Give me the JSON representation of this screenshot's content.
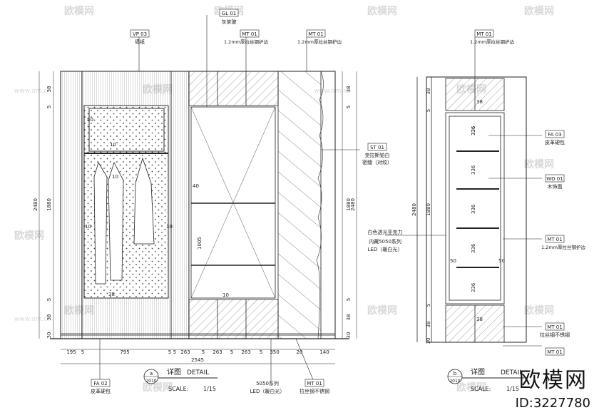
{
  "watermark": {
    "text": "欧模网",
    "url": "www.om.cn"
  },
  "brand": {
    "logo": "欧模网",
    "id": "ID:3227780"
  },
  "detail_a": {
    "title": "详图",
    "title_en": "DETAIL",
    "index": "a",
    "sheet": "2010",
    "scale_label": "SCALE:",
    "scale": "1/15",
    "tags": {
      "vp03": {
        "code": "VP 03",
        "text": "墙纸"
      },
      "gl01": {
        "code": "GL 01",
        "text": "灰茶玻"
      },
      "mt01_top1": {
        "code": "MT 01",
        "text": "1.2mm厚拉丝钢护边"
      },
      "mt01_top2": {
        "code": "MT 01",
        "text": "1.2mm厚拉丝钢护边"
      },
      "st01": {
        "code": "ST 01",
        "text1": "克拉斯铂白",
        "text2": "密缝（对纹）"
      },
      "fa02": {
        "code": "FA 02",
        "text": "皮革硬包"
      },
      "led": {
        "text1": "5050系列",
        "text2": "LED（暖白光）"
      },
      "mt01_bottom": {
        "code": "MT 01",
        "text": "拉丝钢不锈钢"
      }
    },
    "dims_bottom": [
      "195",
      "5",
      "795",
      "5",
      "5",
      "263",
      "5",
      "263",
      "5",
      "263",
      "5",
      "350",
      "20",
      "140"
    ],
    "dim_total": "2545",
    "dims_left": [
      "38",
      "5",
      "1880",
      "5",
      "38",
      "30"
    ],
    "dim_left_total": "2480",
    "dims_right": [
      "38",
      "5",
      "1880",
      "5",
      "38",
      "30"
    ],
    "dim_right_total": "2480",
    "inner_dims": [
      "50",
      "10",
      "10",
      "10",
      "10",
      "38",
      "40",
      "1005",
      "10"
    ]
  },
  "detail_b": {
    "title": "详图",
    "title_en": "DETAIL",
    "index": "b",
    "sheet": "2010",
    "scale_label": "SCALE:",
    "scale": "1/15",
    "tags": {
      "mt01_top": {
        "code": "MT 01",
        "text": "1.2mm厚拉丝钢护边"
      },
      "fa03": {
        "code": "FA 03",
        "text": "皮革硬包"
      },
      "wd01": {
        "code": "WD 01",
        "text": "木饰面"
      },
      "mt01_mid": {
        "code": "MT 01",
        "text": "1.2mm厚拉丝钢护边"
      },
      "mt01_bottom": {
        "code": "MT 01",
        "text": "拉丝钢不锈钢"
      },
      "mt01_extra": {
        "code": "MT 01",
        "text": ""
      }
    },
    "acrylic_note": {
      "text1": "白色透光亚克力",
      "text2": "内藏5050系列",
      "text3": "LED（暖白光）"
    },
    "dims_left": [
      "38",
      "5",
      "1880",
      "5",
      "38",
      "30"
    ],
    "dim_left_total": "2480",
    "shelf_dims": [
      "38",
      "38",
      "336",
      "336",
      "336",
      "336",
      "336",
      "336",
      "50",
      "50"
    ]
  }
}
